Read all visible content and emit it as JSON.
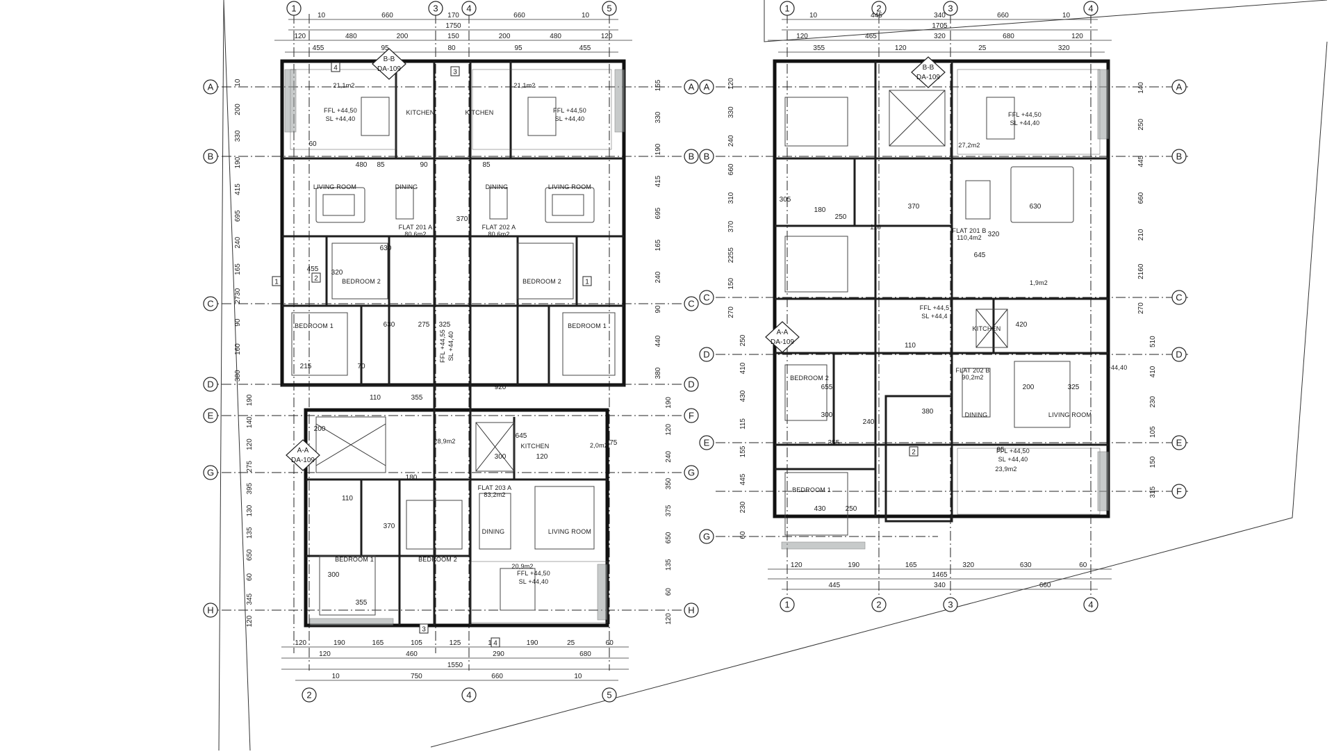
{
  "top_dims": {
    "left_plan": [
      "10",
      "660",
      "170",
      "660",
      "10",
      "1750",
      "120",
      "480",
      "200",
      "150",
      "200",
      "480",
      "120"
    ],
    "right_plan": [
      "10",
      "445",
      "340",
      "660",
      "10",
      "1705",
      "120",
      "465",
      "320",
      "680",
      "120"
    ]
  },
  "bottom_dims": {
    "left_plan": [
      "120",
      "190",
      "165",
      "105",
      "125",
      "165",
      "190",
      "25",
      "60",
      "120",
      "460",
      "290",
      "680",
      "1550",
      "10",
      "750",
      "660",
      "10"
    ],
    "right_plan": [
      "120",
      "190",
      "165",
      "320",
      "630",
      "60",
      "1465",
      "445",
      "340",
      "660"
    ]
  },
  "grid_cols_left_top": [
    "1",
    "3",
    "4",
    "5"
  ],
  "grid_cols_left_bottom": [
    "2",
    "4",
    "5"
  ],
  "grid_cols_right": [
    "1",
    "2",
    "3",
    "4"
  ],
  "grid_rows_left": [
    "A",
    "B",
    "C",
    "D",
    "E",
    "G",
    "H"
  ],
  "grid_rows_left_right_side": [
    "A",
    "B",
    "C",
    "D",
    "F",
    "G",
    "H"
  ],
  "grid_rows_right_left_side": [
    "A",
    "B",
    "C",
    "D",
    "E",
    "G"
  ],
  "grid_rows_right_right_side": [
    "A",
    "B",
    "C",
    "D",
    "E",
    "F"
  ],
  "left_plan": {
    "section_bb": "B-B",
    "section_bb_ref": "DA-109",
    "section_aa": "A-A",
    "section_aa_ref": "DA-109",
    "rooms": {
      "kitchen_1": "KITCHEN",
      "kitchen_2": "KITCHEN",
      "living_1": "LIVING ROOM",
      "dining_1": "DINING",
      "dining_2": "DINING",
      "living_2": "LIVING ROOM",
      "bedroom2_1": "BEDROOM 2",
      "bedroom2_2": "BEDROOM 2",
      "bedroom1_1": "BEDROOM 1",
      "bedroom1_2": "BEDROOM 1",
      "kitchen_3": "KITCHEN",
      "dining_3": "DINING",
      "living_3": "LIVING ROOM",
      "bedroom1_3": "BEDROOM 1",
      "bedroom2_3": "BEDROOM 2"
    },
    "flats": {
      "flat_a1": "FLAT 201 A",
      "flat_a1_area": "80,6m2",
      "flat_a2": "FLAT 202 A",
      "flat_a2_area": "80,6m2",
      "flat_a3": "FLAT 203 A",
      "flat_a3_area": "83,2m2"
    },
    "areas": [
      "21,1m2",
      "21,1m2",
      "28,9m2",
      "2,0m2",
      "20,9m2"
    ],
    "levels": {
      "ffl1": "FFL +44,50",
      "sl1": "SL +44,40",
      "ffl2": "FFL +44,50",
      "sl2": "SL +44,40",
      "ffl3": "FFL +44,55",
      "sl3": "SL +44,40",
      "ffl4": "FFL +44,50",
      "sl4": "SL +44,40"
    },
    "callouts": [
      "1",
      "2",
      "3",
      "4"
    ],
    "side_dims_left": [
      "10",
      "200",
      "330",
      "190",
      "415",
      "695",
      "240",
      "165",
      "2730",
      "90",
      "160",
      "380",
      "190",
      "140",
      "120",
      "275",
      "395",
      "130",
      "135",
      "650",
      "60",
      "345",
      "120"
    ],
    "side_dims_right": [
      "155",
      "330",
      "190",
      "415",
      "695",
      "165",
      "240",
      "90",
      "440",
      "380",
      "190",
      "120",
      "240",
      "350",
      "375",
      "650",
      "135",
      "60",
      "120"
    ],
    "inner_dims": [
      "455",
      "95",
      "80",
      "95",
      "455",
      "60",
      "480",
      "85",
      "90",
      "85",
      "455",
      "370",
      "630",
      "320",
      "275",
      "215",
      "70",
      "110",
      "355",
      "300",
      "120",
      "180",
      "200",
      "325",
      "645",
      "475",
      "110",
      "370",
      "920",
      "300",
      "355",
      "630"
    ]
  },
  "right_plan": {
    "section_bb": "B-B",
    "section_bb_ref": "DA-109",
    "section_aa": "A-A",
    "section_aa_ref": "DA-109",
    "rooms": {
      "kitchen_1": "KITCHEN",
      "bedroom2": "BEDROOM 2",
      "dining": "DINING",
      "living": "LIVING ROOM",
      "bedroom1": "BEDROOM 1"
    },
    "flats": {
      "flat_b1": "FLAT 201 B",
      "flat_b1_area": "110,4m2",
      "flat_b2": "FLAT 202 B",
      "flat_b2_area": "90,2m2"
    },
    "areas": [
      "27,2m2",
      "1,9m2",
      "23,9m2"
    ],
    "levels": {
      "ffl1": "FFL +44,50",
      "sl1": "SL +44,40",
      "ffl2": "FFL +44,5",
      "sl2": "SL +44,4",
      "ffl3": "FFL +44,50",
      "sl3": "SL +44,40",
      "level": "+44,40"
    },
    "callouts": [
      "2"
    ],
    "side_dims_left": [
      "120",
      "330",
      "240",
      "660",
      "310",
      "370",
      "2255",
      "150",
      "270",
      "250",
      "410",
      "430",
      "115",
      "155",
      "445",
      "230",
      "60"
    ],
    "side_dims_right": [
      "140",
      "250",
      "445",
      "660",
      "210",
      "2160",
      "270",
      "510",
      "410",
      "230",
      "105",
      "150",
      "315"
    ],
    "inner_dims": [
      "355",
      "120",
      "25",
      "320",
      "305",
      "180",
      "250",
      "110",
      "370",
      "320",
      "630",
      "645",
      "420",
      "200",
      "325",
      "655",
      "380",
      "300",
      "430",
      "250",
      "355",
      "240",
      "110",
      "95"
    ]
  }
}
